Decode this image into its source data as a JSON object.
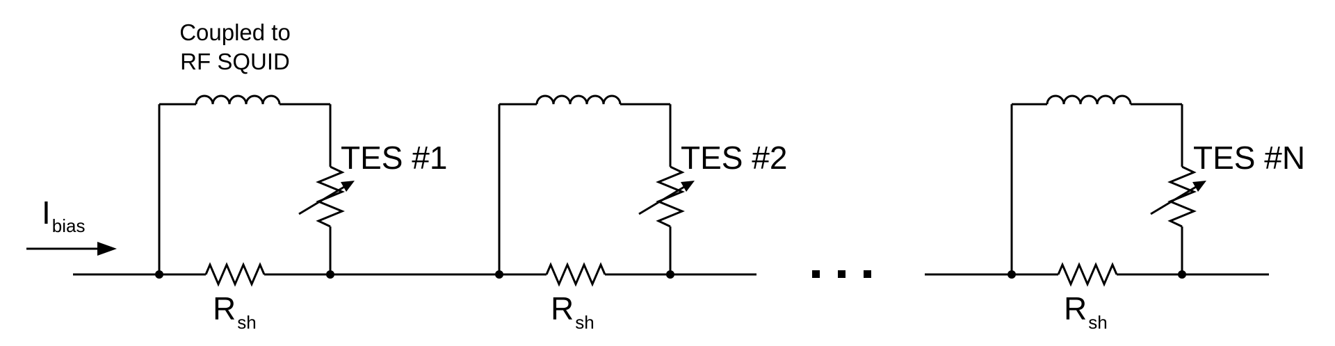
{
  "diagram": {
    "bias_label": {
      "main": "I",
      "sub": "bias"
    },
    "coupling_label": {
      "line1": "Coupled to",
      "line2": "RF SQUID"
    },
    "stages": [
      {
        "tes_label": "TES #1",
        "shunt_label": {
          "main": "R",
          "sub": "sh"
        }
      },
      {
        "tes_label": "TES #2",
        "shunt_label": {
          "main": "R",
          "sub": "sh"
        }
      },
      {
        "tes_label": "TES #N",
        "shunt_label": {
          "main": "R",
          "sub": "sh"
        }
      }
    ],
    "ellipsis": "...",
    "colors": {
      "wire": "#000000",
      "background": "#ffffff"
    }
  }
}
